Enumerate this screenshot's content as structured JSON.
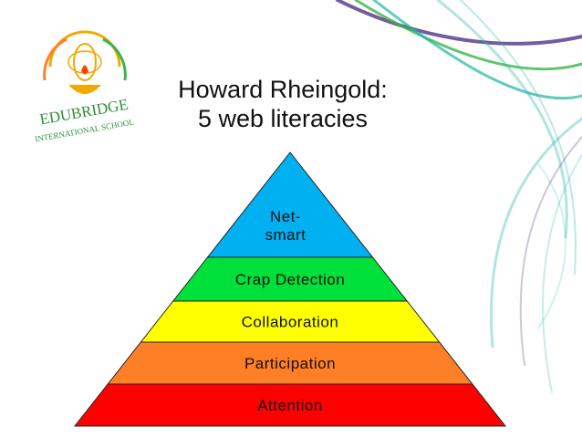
{
  "title": {
    "line1": "Howard Rheingold:",
    "line2": "5 web literacies"
  },
  "logo": {
    "name": "EDUBRIDGE",
    "subtitle": "INTERNATIONAL SCHOOL"
  },
  "pyramid": {
    "tiers": [
      {
        "label_lines": [
          "Net-",
          "smart"
        ],
        "color": "#00b0f0"
      },
      {
        "label_lines": [
          "Crap Detection"
        ],
        "color": "#00e03a"
      },
      {
        "label_lines": [
          "Collaboration"
        ],
        "color": "#ffff00"
      },
      {
        "label_lines": [
          "Participation"
        ],
        "color": "#ff7f27"
      },
      {
        "label_lines": [
          "Attention"
        ],
        "color": "#ff0000"
      }
    ]
  },
  "colors": {
    "logo_ring": "#f2a900",
    "logo_text": "#2f8f3a",
    "swirl_teal": "#1fb5a6",
    "swirl_purple": "#5b3f8f",
    "swirl_green": "#3ab54a"
  }
}
